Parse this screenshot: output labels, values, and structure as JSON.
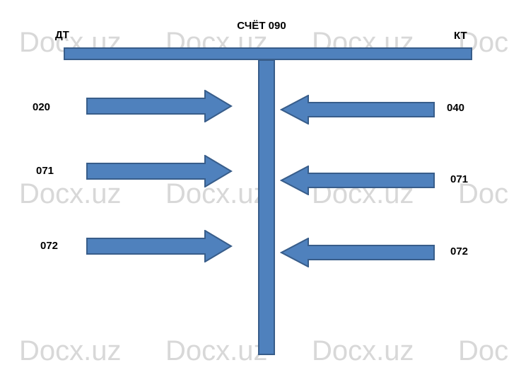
{
  "taccount": {
    "title": "СЧЁТ 090",
    "debit_header": "ДТ",
    "credit_header": "КТ",
    "debit_entries": [
      "020",
      "071",
      "072"
    ],
    "credit_entries": [
      "040",
      "071",
      "072"
    ]
  },
  "watermark": {
    "text": "Docx.uz"
  },
  "colors": {
    "shape_fill": "#4f81bd",
    "shape_border": "#385d8a",
    "watermark": "#d8d8d8",
    "text": "#000000",
    "background": "#ffffff"
  }
}
